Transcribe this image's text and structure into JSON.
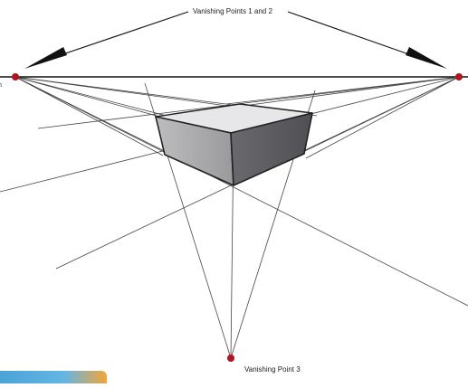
{
  "diagram": {
    "label_vanishing_points_1_2": "Vanishing Points 1 and 2",
    "label_vanishing_point_3": "Vanishing Point 3",
    "cut_label_left": "n",
    "watermark_text": "",
    "colors": {
      "line": "#333333",
      "horizon": "#111111",
      "vanishing_point": "#b3121f",
      "cube_top": "#e6e6e8",
      "cube_left": "#a8a8aa",
      "cube_right": "#5e5e62",
      "arrow": "#111111"
    }
  }
}
